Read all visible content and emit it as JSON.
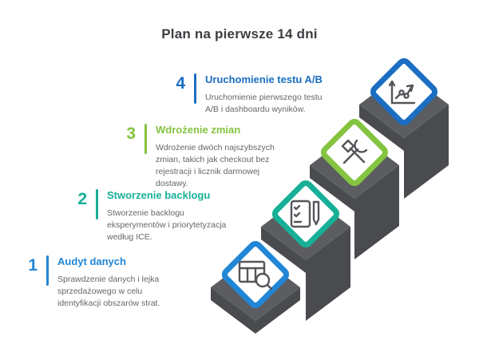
{
  "title": "Plan na pierwsze 14 dni",
  "steps": [
    {
      "number": "1",
      "title": "Audyt danych",
      "description": "Sprawdzenie danych i lejka sprzedażowego w celu identyfikacji obszarów strat.",
      "color": "#2186d5",
      "icon": "table-search-icon"
    },
    {
      "number": "2",
      "title": "Stworzenie backlogu",
      "description": "Stworzenie backlogu eksperymentów i priorytetyzacja według ICE.",
      "color": "#17b096",
      "icon": "checklist-pen-icon"
    },
    {
      "number": "3",
      "title": "Wdrożenie zmian",
      "description": "Wdrożenie dwóch najszybszych zmian, takich jak checkout bez rejestracji i licznik darmowej dostawy.",
      "color": "#85c440",
      "icon": "tools-icon"
    },
    {
      "number": "4",
      "title": "Uruchomienie testu A/B",
      "description": "Uruchomienie pierwszego testu A/B i dashboardu wyników.",
      "color": "#1b6ec2",
      "icon": "line-chart-icon"
    }
  ],
  "stairs": {
    "top_color": "#5b5d60",
    "front_color": "#494b4f",
    "icon_color": "#54565a"
  }
}
